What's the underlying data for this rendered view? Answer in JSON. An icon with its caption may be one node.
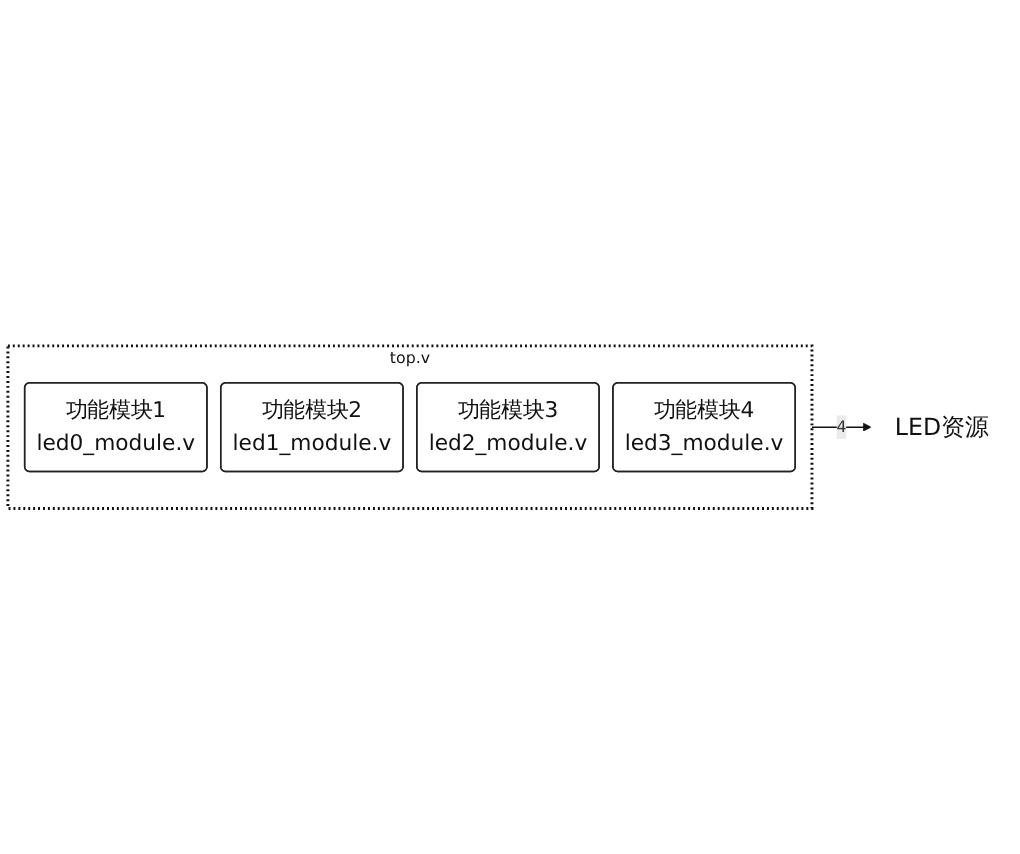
{
  "diagram": {
    "nodes": [
      {
        "text": [
          "top.v"
        ]
      },
      {
        "text": [
          "功能模块1",
          "led0_module.v"
        ],
        "in": 0
      },
      {
        "text": [
          "功能模块2",
          "led1_module.v"
        ],
        "in": 0
      },
      {
        "text": [
          "功能模块3",
          "led2_module.v"
        ],
        "in": 0
      },
      {
        "text": [
          "功能模块4",
          "led3_module.v"
        ],
        "in": 0
      },
      {
        "text": [
          "LED资源"
        ]
      }
    ],
    "edges": [
      {
        "from": 0,
        "to": 5,
        "arrow": "to",
        "label": "4"
      }
    ]
  }
}
